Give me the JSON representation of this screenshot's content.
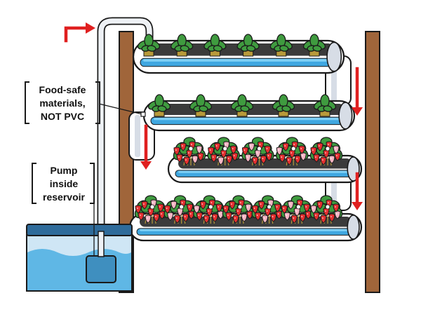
{
  "labels": {
    "food_safe": [
      "Food-safe",
      "materials,",
      "NOT PVC"
    ],
    "pump": [
      "Pump",
      "inside",
      "reservoir"
    ]
  },
  "colors": {
    "outline": "#1a1a1a",
    "post": "#a0653a",
    "pipe": "#ffffff",
    "pipe_shade": "#d7dde6",
    "water": "#3fa7e0",
    "water_light": "#7fd0f5",
    "leaf": "#3f9b3f",
    "leaf_dark": "#2b7a2f",
    "berry": "#e53030",
    "flower": "#f5b6c4",
    "flow_arrow": "#e02020",
    "reservoir_lid": "#2f6b9a",
    "reservoir_water": "#5fb7e5",
    "reservoir_empty": "#cfe6f5",
    "pump": "#3f8fbf",
    "root": "#b89a3a"
  },
  "icons": [
    "flow-arrow-icon",
    "strawberry-plant-icon",
    "seedling-icon",
    "pump-icon"
  ]
}
